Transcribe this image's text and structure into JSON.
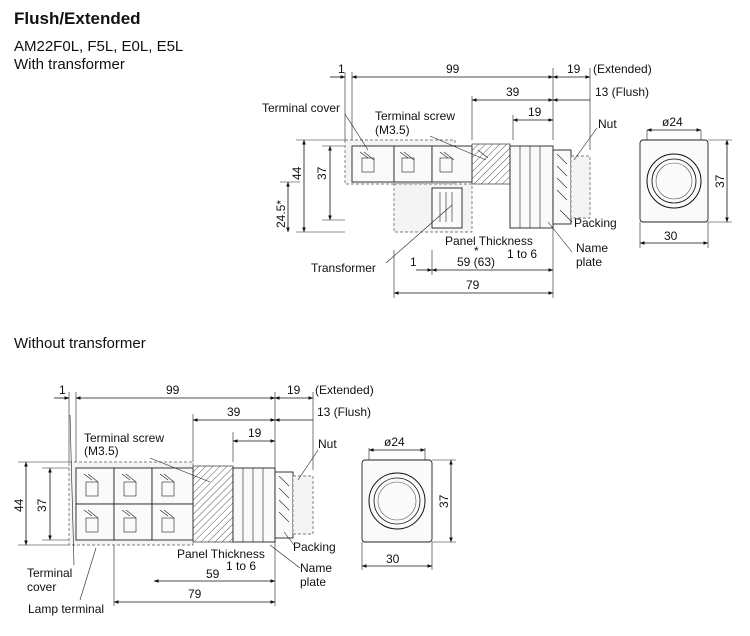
{
  "header": {
    "title": "Flush/Extended",
    "models": "AM22F0L, F5L,  E0L, E5L",
    "with_transformer": "With transformer",
    "without_transformer": "Without transformer"
  },
  "diagram_top": {
    "dims": {
      "d1": "1",
      "d99": "99",
      "d19a": "19",
      "extended": "(Extended)",
      "d39": "39",
      "d13": "13 (Flush)",
      "d19b": "19",
      "d44": "44",
      "d37": "37",
      "d24_5": "24.5*",
      "d1b": "1",
      "d59": "59 (63)",
      "d79": "79",
      "dia": "ø24",
      "side37": "37",
      "side30": "30"
    },
    "labels": {
      "terminal_cover": "Terminal cover",
      "terminal_screw": "Terminal screw",
      "m35": "(M3.5)",
      "nut": "Nut",
      "packing": "Packing",
      "panel_thickness": "Panel Thickness",
      "star": "*",
      "one_to_six": "1 to 6",
      "name": "Name",
      "plate": "plate",
      "transformer": "Transformer"
    }
  },
  "diagram_bottom": {
    "dims": {
      "d1": "1",
      "d99": "99",
      "d19a": "19",
      "extended": "(Extended)",
      "d39": "39",
      "d13": "13 (Flush)",
      "d19b": "19",
      "d44": "44",
      "d37": "37",
      "d59": "59",
      "d79": "79",
      "dia": "ø24",
      "side37": "37",
      "side30": "30"
    },
    "labels": {
      "terminal_screw": "Terminal screw",
      "m35": "(M3.5)",
      "nut": "Nut",
      "packing": "Packing",
      "panel_thickness": "Panel Thickness",
      "one_to_six": "1 to 6",
      "name": "Name",
      "plate": "plate",
      "terminal": "Terminal",
      "cover": "cover",
      "lamp_terminal": "Lamp terminal"
    }
  }
}
